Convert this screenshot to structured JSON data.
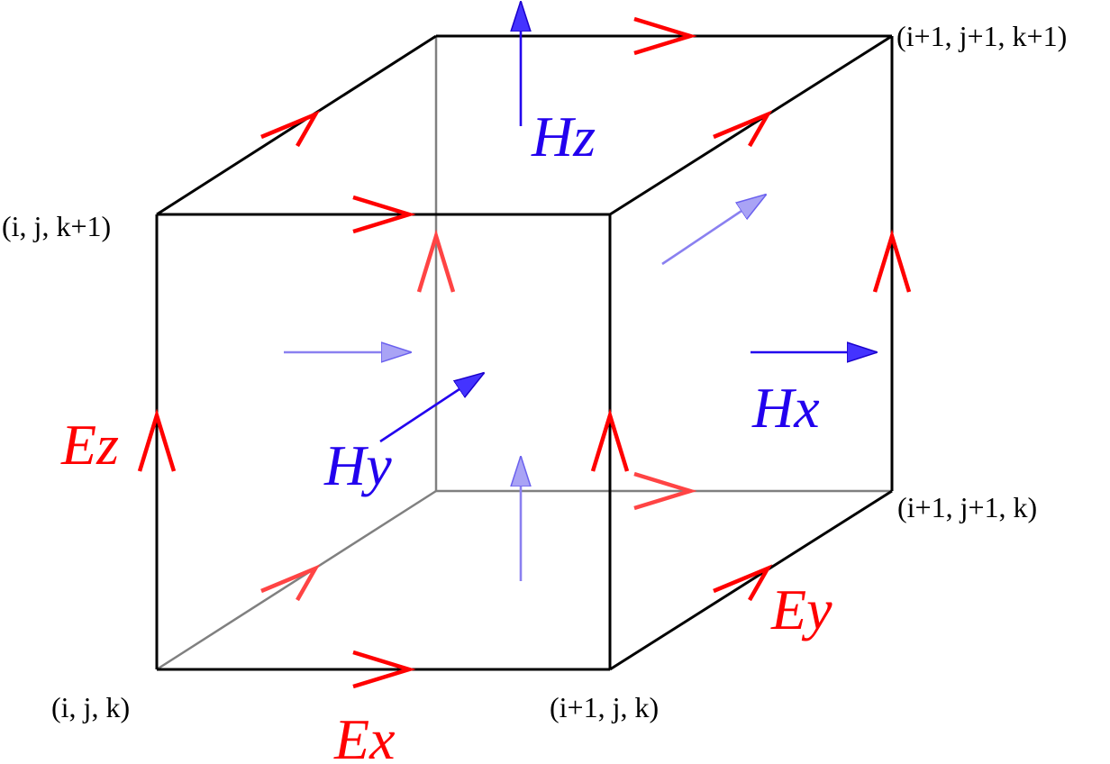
{
  "colors": {
    "e_field": "#ff0000",
    "h_field": "#2200ee",
    "edge_front": "#000000",
    "edge_hidden": "#808080"
  },
  "corners": {
    "origin": "(i, j, k)",
    "x_next": "(i+1, j, k)",
    "xy_next": "(i+1, j+1, k)",
    "z_next": "(i, j, k+1)",
    "xyz_next": "(i+1, j+1, k+1)"
  },
  "fields": {
    "ex": "Ex",
    "ey": "Ey",
    "ez": "Ez",
    "hx": "Hx",
    "hy": "Hy",
    "hz": "Hz"
  }
}
